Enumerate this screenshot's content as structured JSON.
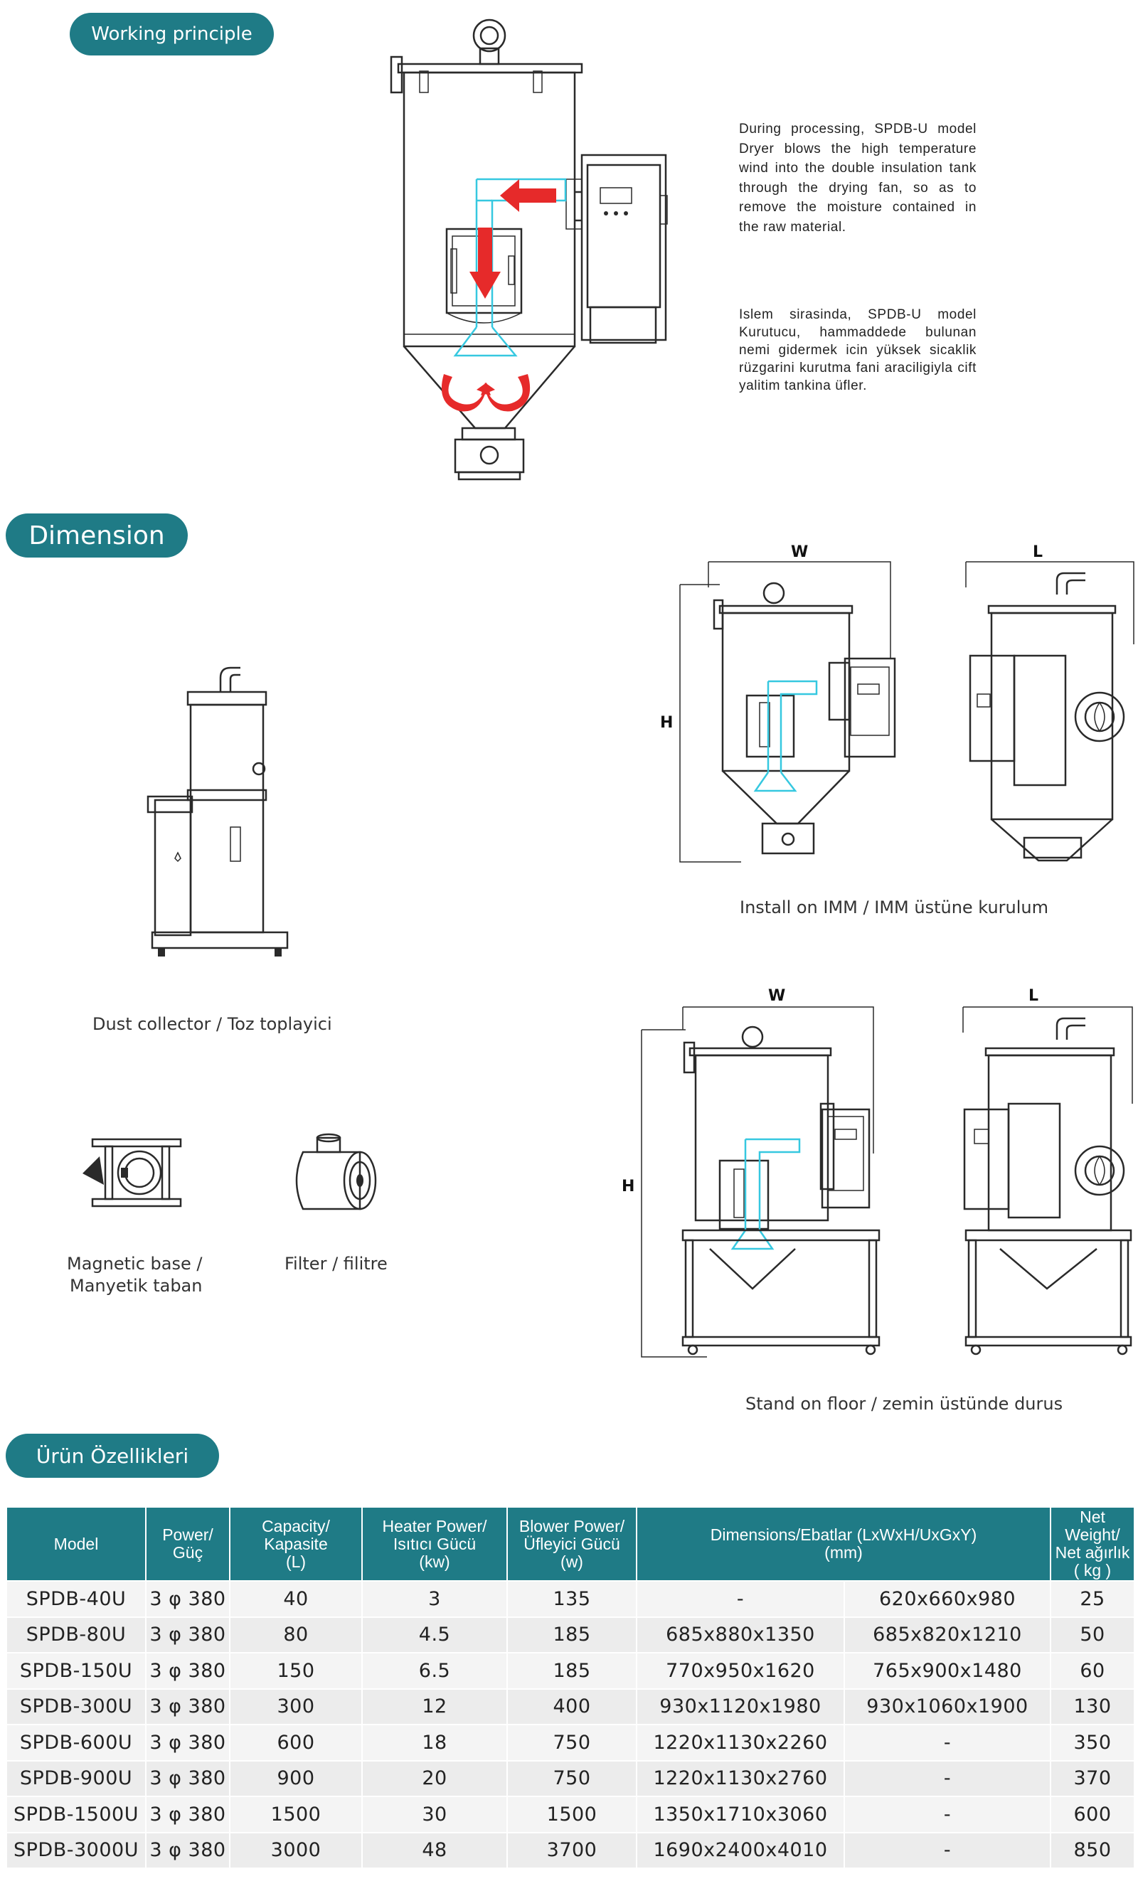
{
  "sections": {
    "working_principle": "Working principle",
    "dimension": "Dimension",
    "product_specs": "Ürün Özellikleri"
  },
  "description": {
    "en": "During processing, SPDB-U model Dryer blows the high temperature wind into the double insulation tank through the drying fan, so as to remove the moisture contained in the raw material.",
    "tr": "Islem sirasinda, SPDB-U model Kurutucu, hammaddede bulunan nemi gidermek icin yüksek sicaklik rüzgarini kurutma fani araciligiyla cift yalitim tankina üfler."
  },
  "captions": {
    "dust_collector": "Dust collector / Toz toplayici",
    "magnetic_base_line1": "Magnetic base /",
    "magnetic_base_line2": "Manyetik taban",
    "filter": "Filter /  filitre",
    "install_on_imm": "Install on IMM / IMM üstüne kurulum",
    "stand_on_floor": "Stand on floor / zemin üstünde durus"
  },
  "dim_labels": {
    "w": "W",
    "l": "L",
    "h": "H"
  },
  "table": {
    "headers": {
      "model": "Model",
      "power_1": "Power/",
      "power_2": "Güç",
      "capacity_1": "Capacity/",
      "capacity_2": "Kapasite",
      "capacity_3": "(L)",
      "heater_1": "Heater Power/",
      "heater_2": "Isıtıcı Gücü",
      "heater_3": "(kw)",
      "blower_1": "Blower Power/",
      "blower_2": "Üfleyici Gücü",
      "blower_3": "(w)",
      "dims_1": "Dimensions/Ebatlar (LxWxH/UxGxY)",
      "dims_2": "(mm)",
      "weight_1": "Net Weight/",
      "weight_2": "Net ağırlık",
      "weight_3": "( kg )"
    },
    "rows": [
      [
        "SPDB-40U",
        "3 φ 380",
        "40",
        "3",
        "135",
        "-",
        "620x660x980",
        "25"
      ],
      [
        "SPDB-80U",
        "3 φ 380",
        "80",
        "4.5",
        "185",
        "685x880x1350",
        "685x820x1210",
        "50"
      ],
      [
        "SPDB-150U",
        "3 φ 380",
        "150",
        "6.5",
        "185",
        "770x950x1620",
        "765x900x1480",
        "60"
      ],
      [
        "SPDB-300U",
        "3 φ 380",
        "300",
        "12",
        "400",
        "930x1120x1980",
        "930x1060x1900",
        "130"
      ],
      [
        "SPDB-600U",
        "3 φ 380",
        "600",
        "18",
        "750",
        "1220x1130x2260",
        "-",
        "350"
      ],
      [
        "SPDB-900U",
        "3 φ 380",
        "900",
        "20",
        "750",
        "1220x1130x2760",
        "-",
        "370"
      ],
      [
        "SPDB-1500U",
        "3 φ 380",
        "1500",
        "30",
        "1500",
        "1350x1710x3060",
        "-",
        "600"
      ],
      [
        "SPDB-3000U",
        "3 φ 380",
        "3000",
        "48",
        "3700",
        "1690x2400x4010",
        "-",
        "850"
      ]
    ]
  },
  "colors": {
    "accent": "#1f7b86",
    "arrow_red": "#e62a2a",
    "airflow_cyan": "#36c8e0"
  }
}
